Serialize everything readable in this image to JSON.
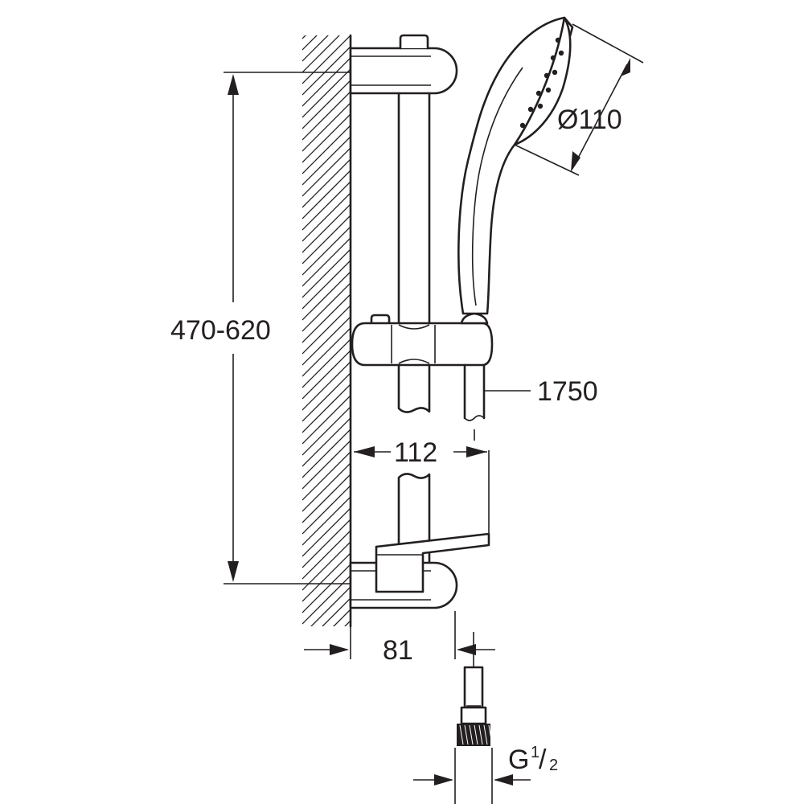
{
  "drawing": {
    "dimensions": {
      "rail_height": "470-620",
      "handshower_diameter": "Ø110",
      "hose_length": "1750",
      "holder_projection": "112",
      "wall_projection": "81",
      "thread_main": "G",
      "thread_num": "1",
      "thread_den": "2"
    }
  }
}
